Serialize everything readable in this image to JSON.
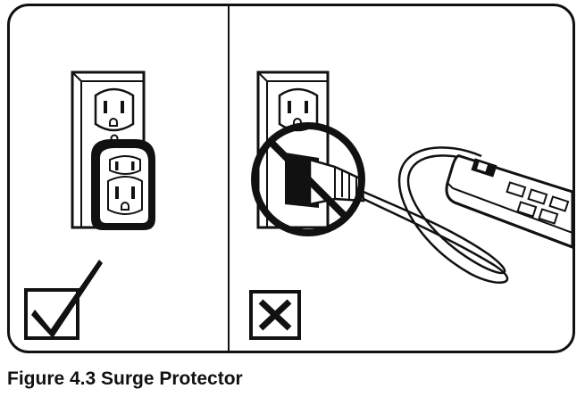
{
  "figure": {
    "caption": "Figure 4.3 Surge Protector"
  },
  "panels": {
    "left": {
      "verdict": "correct",
      "verdict_icon": "checkmark-box-icon",
      "illustration": "outlet-with-surge-adapter"
    },
    "right": {
      "verdict": "incorrect",
      "verdict_icon": "x-box-icon",
      "illustration": "outlet-with-power-strip-prohibited"
    }
  },
  "colors": {
    "ink": "#111111",
    "paper": "#ffffff"
  }
}
